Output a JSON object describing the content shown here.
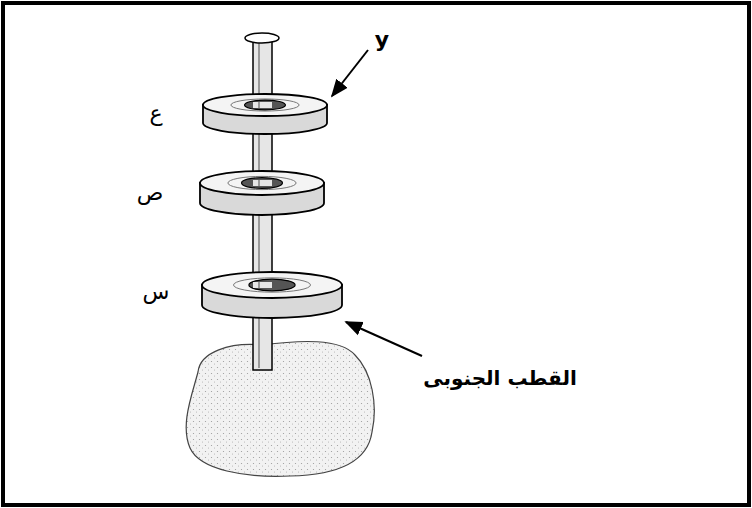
{
  "diagram": {
    "labels": [
      "y",
      "ع",
      "ص",
      "س",
      "القطب الجنوبى"
    ]
  }
}
